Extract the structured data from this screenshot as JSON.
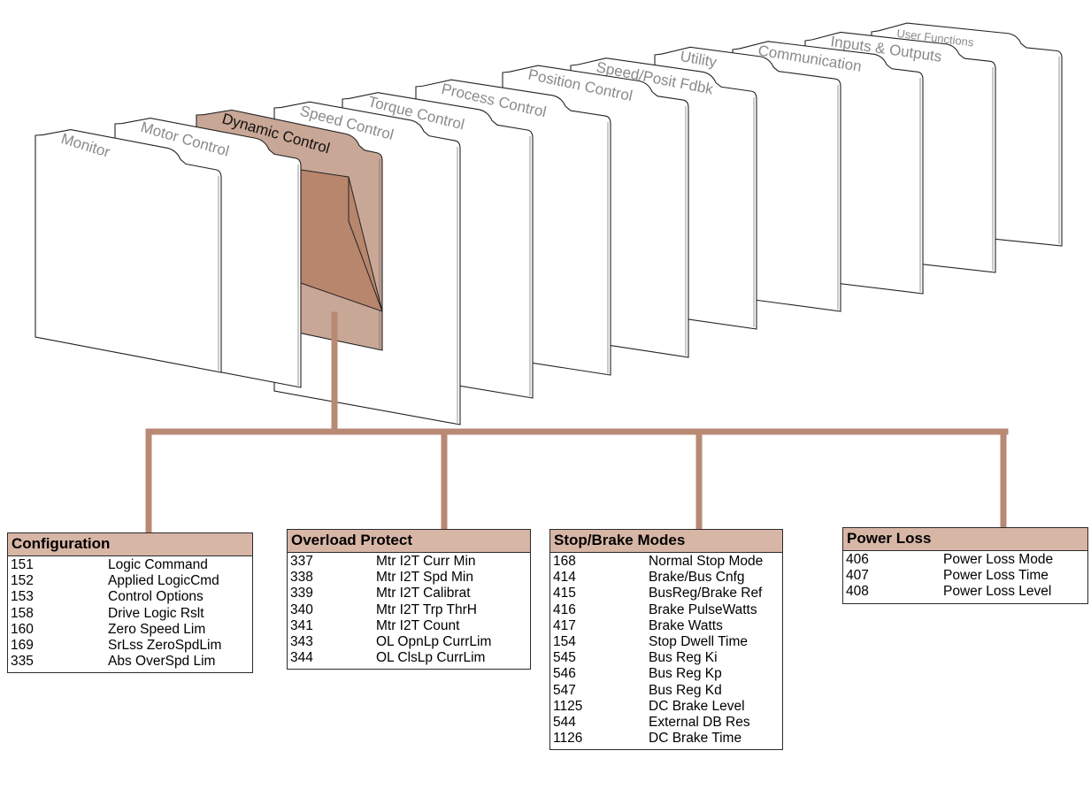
{
  "colors": {
    "connector": "#b88a74",
    "active_folder_fill": "#c9a796",
    "active_folder_front": "#b8866c",
    "inactive_folder_fill": "#ffffff",
    "inactive_label": "#8a8a8a",
    "active_label": "#111111",
    "box_header": "#d8b6a6"
  },
  "folders": [
    {
      "label": "User Functions",
      "active": false
    },
    {
      "label": "Inputs & Outputs",
      "active": false
    },
    {
      "label": "Communication",
      "active": false
    },
    {
      "label": "Utility",
      "active": false
    },
    {
      "label": "Speed/Posit Fdbk",
      "active": false
    },
    {
      "label": "Position Control",
      "active": false
    },
    {
      "label": "Process Control",
      "active": false
    },
    {
      "label": "Torque Control",
      "active": false
    },
    {
      "label": "Speed Control",
      "active": false
    },
    {
      "label": "Dynamic Control",
      "active": true
    },
    {
      "label": "Motor Control",
      "active": false
    },
    {
      "label": "Monitor",
      "active": false
    }
  ],
  "groups": [
    {
      "title": "Configuration",
      "params": [
        {
          "num": "151",
          "name": "Logic Command"
        },
        {
          "num": "152",
          "name": "Applied LogicCmd"
        },
        {
          "num": "153",
          "name": "Control Options"
        },
        {
          "num": "158",
          "name": "Drive Logic Rslt"
        },
        {
          "num": "160",
          "name": "Zero Speed Lim"
        },
        {
          "num": "169",
          "name": "SrLss ZeroSpdLim"
        },
        {
          "num": "335",
          "name": "Abs OverSpd Lim"
        }
      ]
    },
    {
      "title": "Overload Protect",
      "params": [
        {
          "num": "337",
          "name": "Mtr I2T Curr Min"
        },
        {
          "num": "338",
          "name": "Mtr I2T Spd Min"
        },
        {
          "num": "339",
          "name": "Mtr I2T Calibrat"
        },
        {
          "num": "340",
          "name": "Mtr I2T Trp ThrH"
        },
        {
          "num": "341",
          "name": "Mtr I2T Count"
        },
        {
          "num": "343",
          "name": "OL OpnLp CurrLim"
        },
        {
          "num": "344",
          "name": "OL ClsLp CurrLim"
        }
      ]
    },
    {
      "title": "Stop/Brake Modes",
      "params": [
        {
          "num": "168",
          "name": "Normal Stop Mode"
        },
        {
          "num": "414",
          "name": "Brake/Bus Cnfg"
        },
        {
          "num": "415",
          "name": "BusReg/Brake Ref"
        },
        {
          "num": "416",
          "name": "Brake PulseWatts"
        },
        {
          "num": "417",
          "name": "Brake Watts"
        },
        {
          "num": "154",
          "name": "Stop Dwell Time"
        },
        {
          "num": "545",
          "name": "Bus Reg Ki"
        },
        {
          "num": "546",
          "name": "Bus Reg Kp"
        },
        {
          "num": "547",
          "name": "Bus Reg Kd"
        },
        {
          "num": "1125",
          "name": "DC Brake Level"
        },
        {
          "num": "544",
          "name": "External DB Res"
        },
        {
          "num": "1126",
          "name": "DC Brake Time"
        }
      ]
    },
    {
      "title": "Power Loss",
      "params": [
        {
          "num": "406",
          "name": "Power Loss Mode"
        },
        {
          "num": "407",
          "name": "Power Loss Time"
        },
        {
          "num": "408",
          "name": "Power Loss Level"
        }
      ]
    }
  ]
}
